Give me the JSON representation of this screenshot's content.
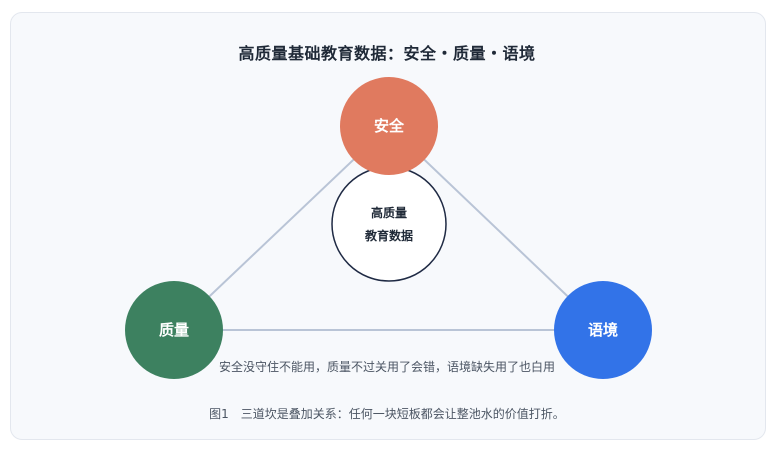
{
  "title": "高质量基础教育数据：安全・质量・语境",
  "nodes": {
    "top": {
      "label": "安全",
      "color": "#e07a5f"
    },
    "left": {
      "label": "质量",
      "color": "#3d8160"
    },
    "right": {
      "label": "语境",
      "color": "#3273e8"
    }
  },
  "center": {
    "line1": "高质量",
    "line2": "教育数据"
  },
  "relation_text": "安全没守住不能用，质量不过关用了会错，语境缺失用了也白用",
  "caption": "图1　三道坎是叠加关系：任何一块短板都会让整池水的价值打折。",
  "colors": {
    "edge": "#b9c4d6",
    "center_border": "#1f2a44"
  }
}
